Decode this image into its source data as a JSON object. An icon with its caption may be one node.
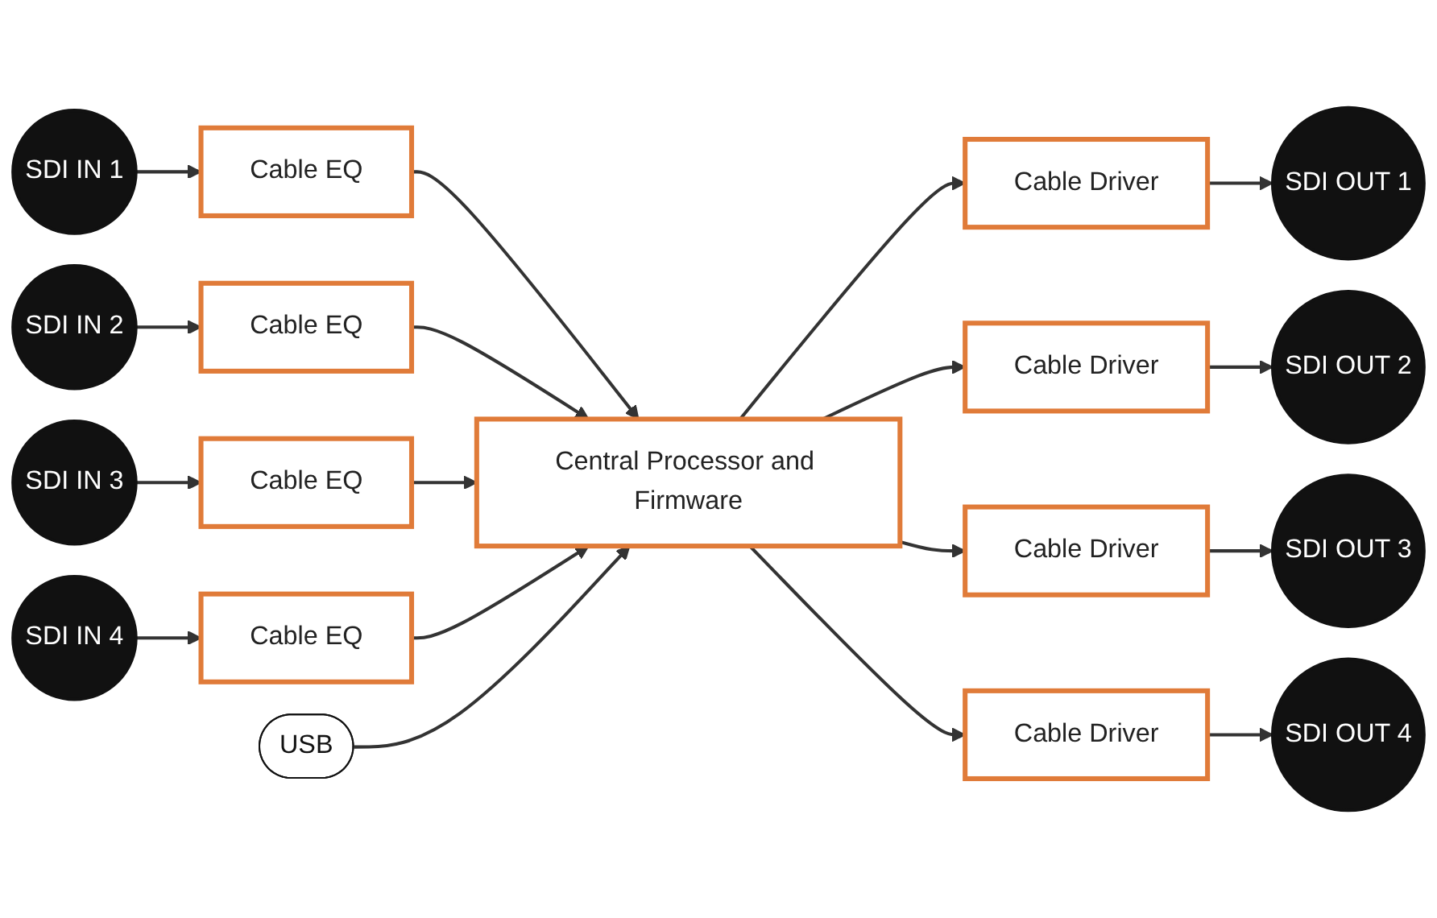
{
  "diagram": {
    "nodes": [
      {
        "text": [
          "SDI IN 1"
        ]
      },
      {
        "text": [
          "Cable EQ"
        ]
      },
      {
        "text": [
          "Central Processor and Firmware"
        ]
      },
      {
        "text": [
          "Cable Driver"
        ]
      },
      {
        "text": [
          "SDI OUT 1"
        ]
      },
      {
        "text": [
          "SDI IN 2"
        ]
      },
      {
        "text": [
          "Cable EQ"
        ]
      },
      {
        "text": [
          "Cable Driver"
        ]
      },
      {
        "text": [
          "SDI OUT 2"
        ]
      },
      {
        "text": [
          "SDI IN 3"
        ]
      },
      {
        "text": [
          "Cable EQ"
        ]
      },
      {
        "text": [
          "Cable Driver"
        ]
      },
      {
        "text": [
          "SDI OUT 3"
        ]
      },
      {
        "text": [
          "SDI IN 4"
        ]
      },
      {
        "text": [
          "Cable EQ"
        ]
      },
      {
        "text": [
          "Cable Driver"
        ]
      },
      {
        "text": [
          "SDI OUT 4"
        ]
      },
      {
        "text": [
          "USB"
        ]
      }
    ],
    "edges": [
      {
        "from": 0,
        "to": 1,
        "arrow": "to"
      },
      {
        "from": 1,
        "to": 2,
        "arrow": "to"
      },
      {
        "from": 2,
        "to": 3,
        "arrow": "to"
      },
      {
        "from": 3,
        "to": 4,
        "arrow": "to"
      },
      {
        "from": 5,
        "to": 6,
        "arrow": "to"
      },
      {
        "from": 6,
        "to": 2,
        "arrow": "to"
      },
      {
        "from": 2,
        "to": 7,
        "arrow": "to"
      },
      {
        "from": 7,
        "to": 8,
        "arrow": "to"
      },
      {
        "from": 9,
        "to": 10,
        "arrow": "to"
      },
      {
        "from": 10,
        "to": 2,
        "arrow": "to"
      },
      {
        "from": 2,
        "to": 11,
        "arrow": "to"
      },
      {
        "from": 11,
        "to": 12,
        "arrow": "to"
      },
      {
        "from": 13,
        "to": 14,
        "arrow": "to"
      },
      {
        "from": 14,
        "to": 2,
        "arrow": "to"
      },
      {
        "from": 2,
        "to": 15,
        "arrow": "to"
      },
      {
        "from": 15,
        "to": 16,
        "arrow": "to"
      },
      {
        "from": 17,
        "to": 2,
        "arrow": "to"
      }
    ]
  }
}
